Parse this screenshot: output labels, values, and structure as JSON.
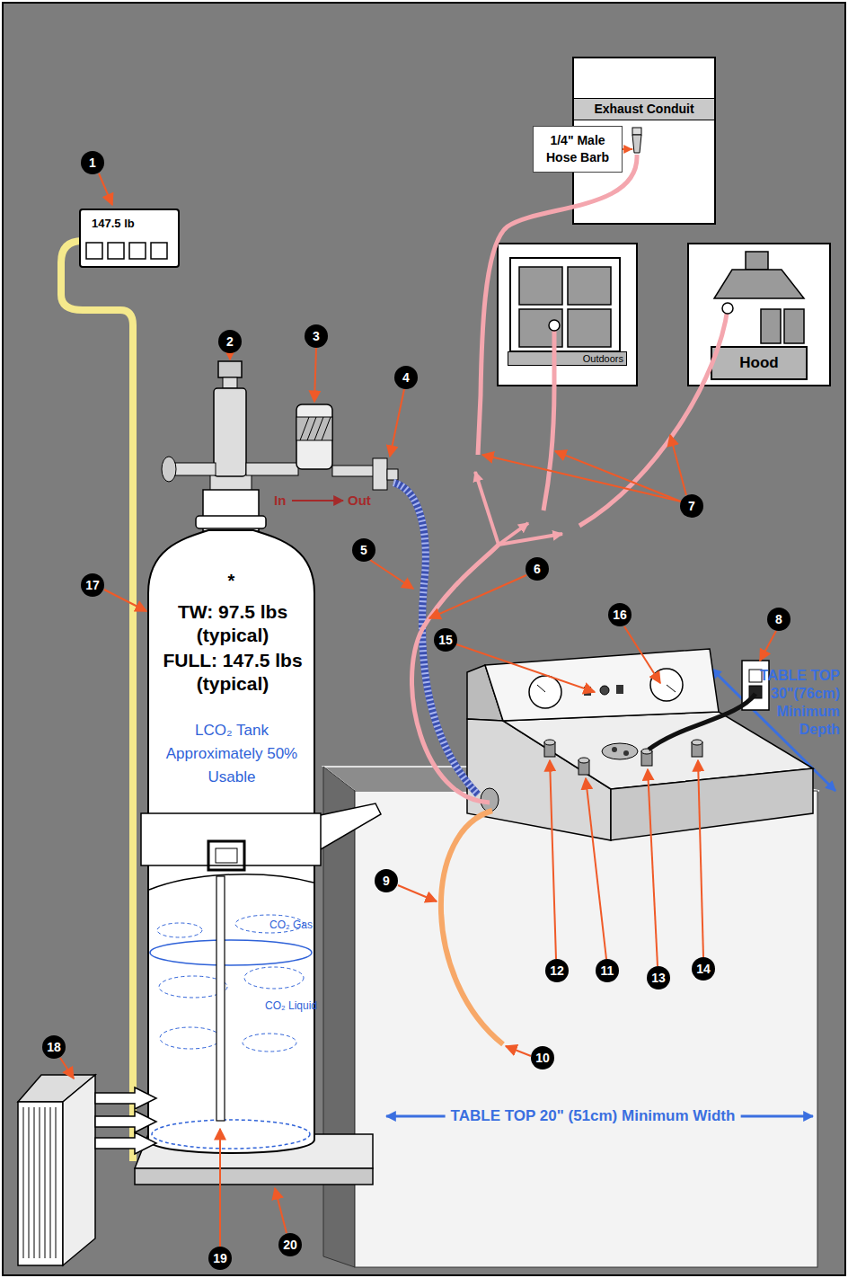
{
  "diagram": {
    "nodes": [
      {
        "text": [
          "Exhaust Conduit"
        ]
      },
      {
        "text": [
          "1/4\" Male Hose Barb"
        ]
      },
      {
        "text": [
          "147.5 lb"
        ]
      },
      {
        "text": [
          "Outdoors"
        ]
      },
      {
        "text": [
          "Hood"
        ]
      },
      {
        "text": [
          "*",
          "TW: 97.5 lbs (typical)",
          "FULL: 147.5 lbs (typical)",
          "LCO₂ Tank Approximately 50% Usable",
          "CO₂ Gas",
          "CO₂ Liquid"
        ]
      }
    ],
    "edges": [
      {
        "from": 1,
        "to": 0,
        "arrow": "to"
      }
    ],
    "labels": [
      "1",
      "2",
      "3",
      "4",
      "5",
      "6",
      "7",
      "8",
      "9",
      "10",
      "11",
      "12",
      "13",
      "14",
      "15",
      "16",
      "17",
      "18",
      "19",
      "20",
      "In",
      "Out",
      "TABLE TOP 30\"(76cm) Minimum Depth",
      "TABLE TOP 20\" (51cm) Minimum Width"
    ]
  }
}
